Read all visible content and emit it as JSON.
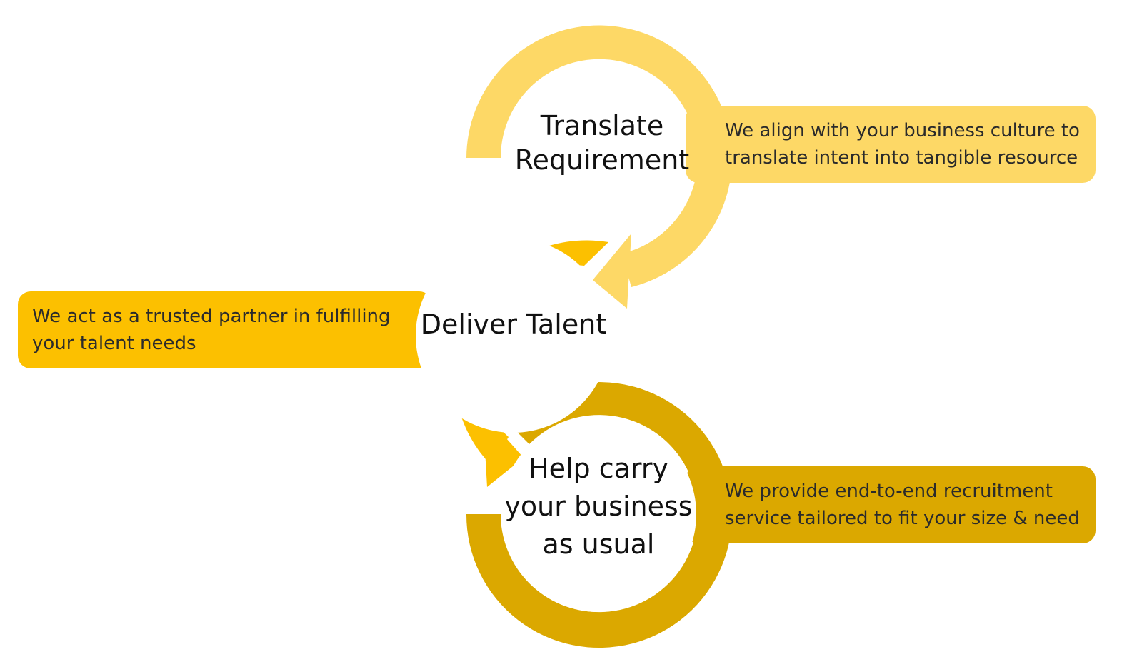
{
  "steps": [
    {
      "title_lines": [
        "Translate",
        "Requirement"
      ],
      "description_lines": [
        "We align with your business culture to",
        "translate intent into tangible resource"
      ],
      "color": "#FDD866"
    },
    {
      "title_lines": [
        "Deliver Talent"
      ],
      "description_lines": [
        "We act as a trusted partner in fulfilling",
        "your talent needs"
      ],
      "color": "#FCC000"
    },
    {
      "title_lines": [
        "Help carry",
        "your business",
        "as usual"
      ],
      "description_lines": [
        "We provide end-to-end recruitment",
        "service tailored to fit your size & need"
      ],
      "color": "#DBA800"
    }
  ]
}
